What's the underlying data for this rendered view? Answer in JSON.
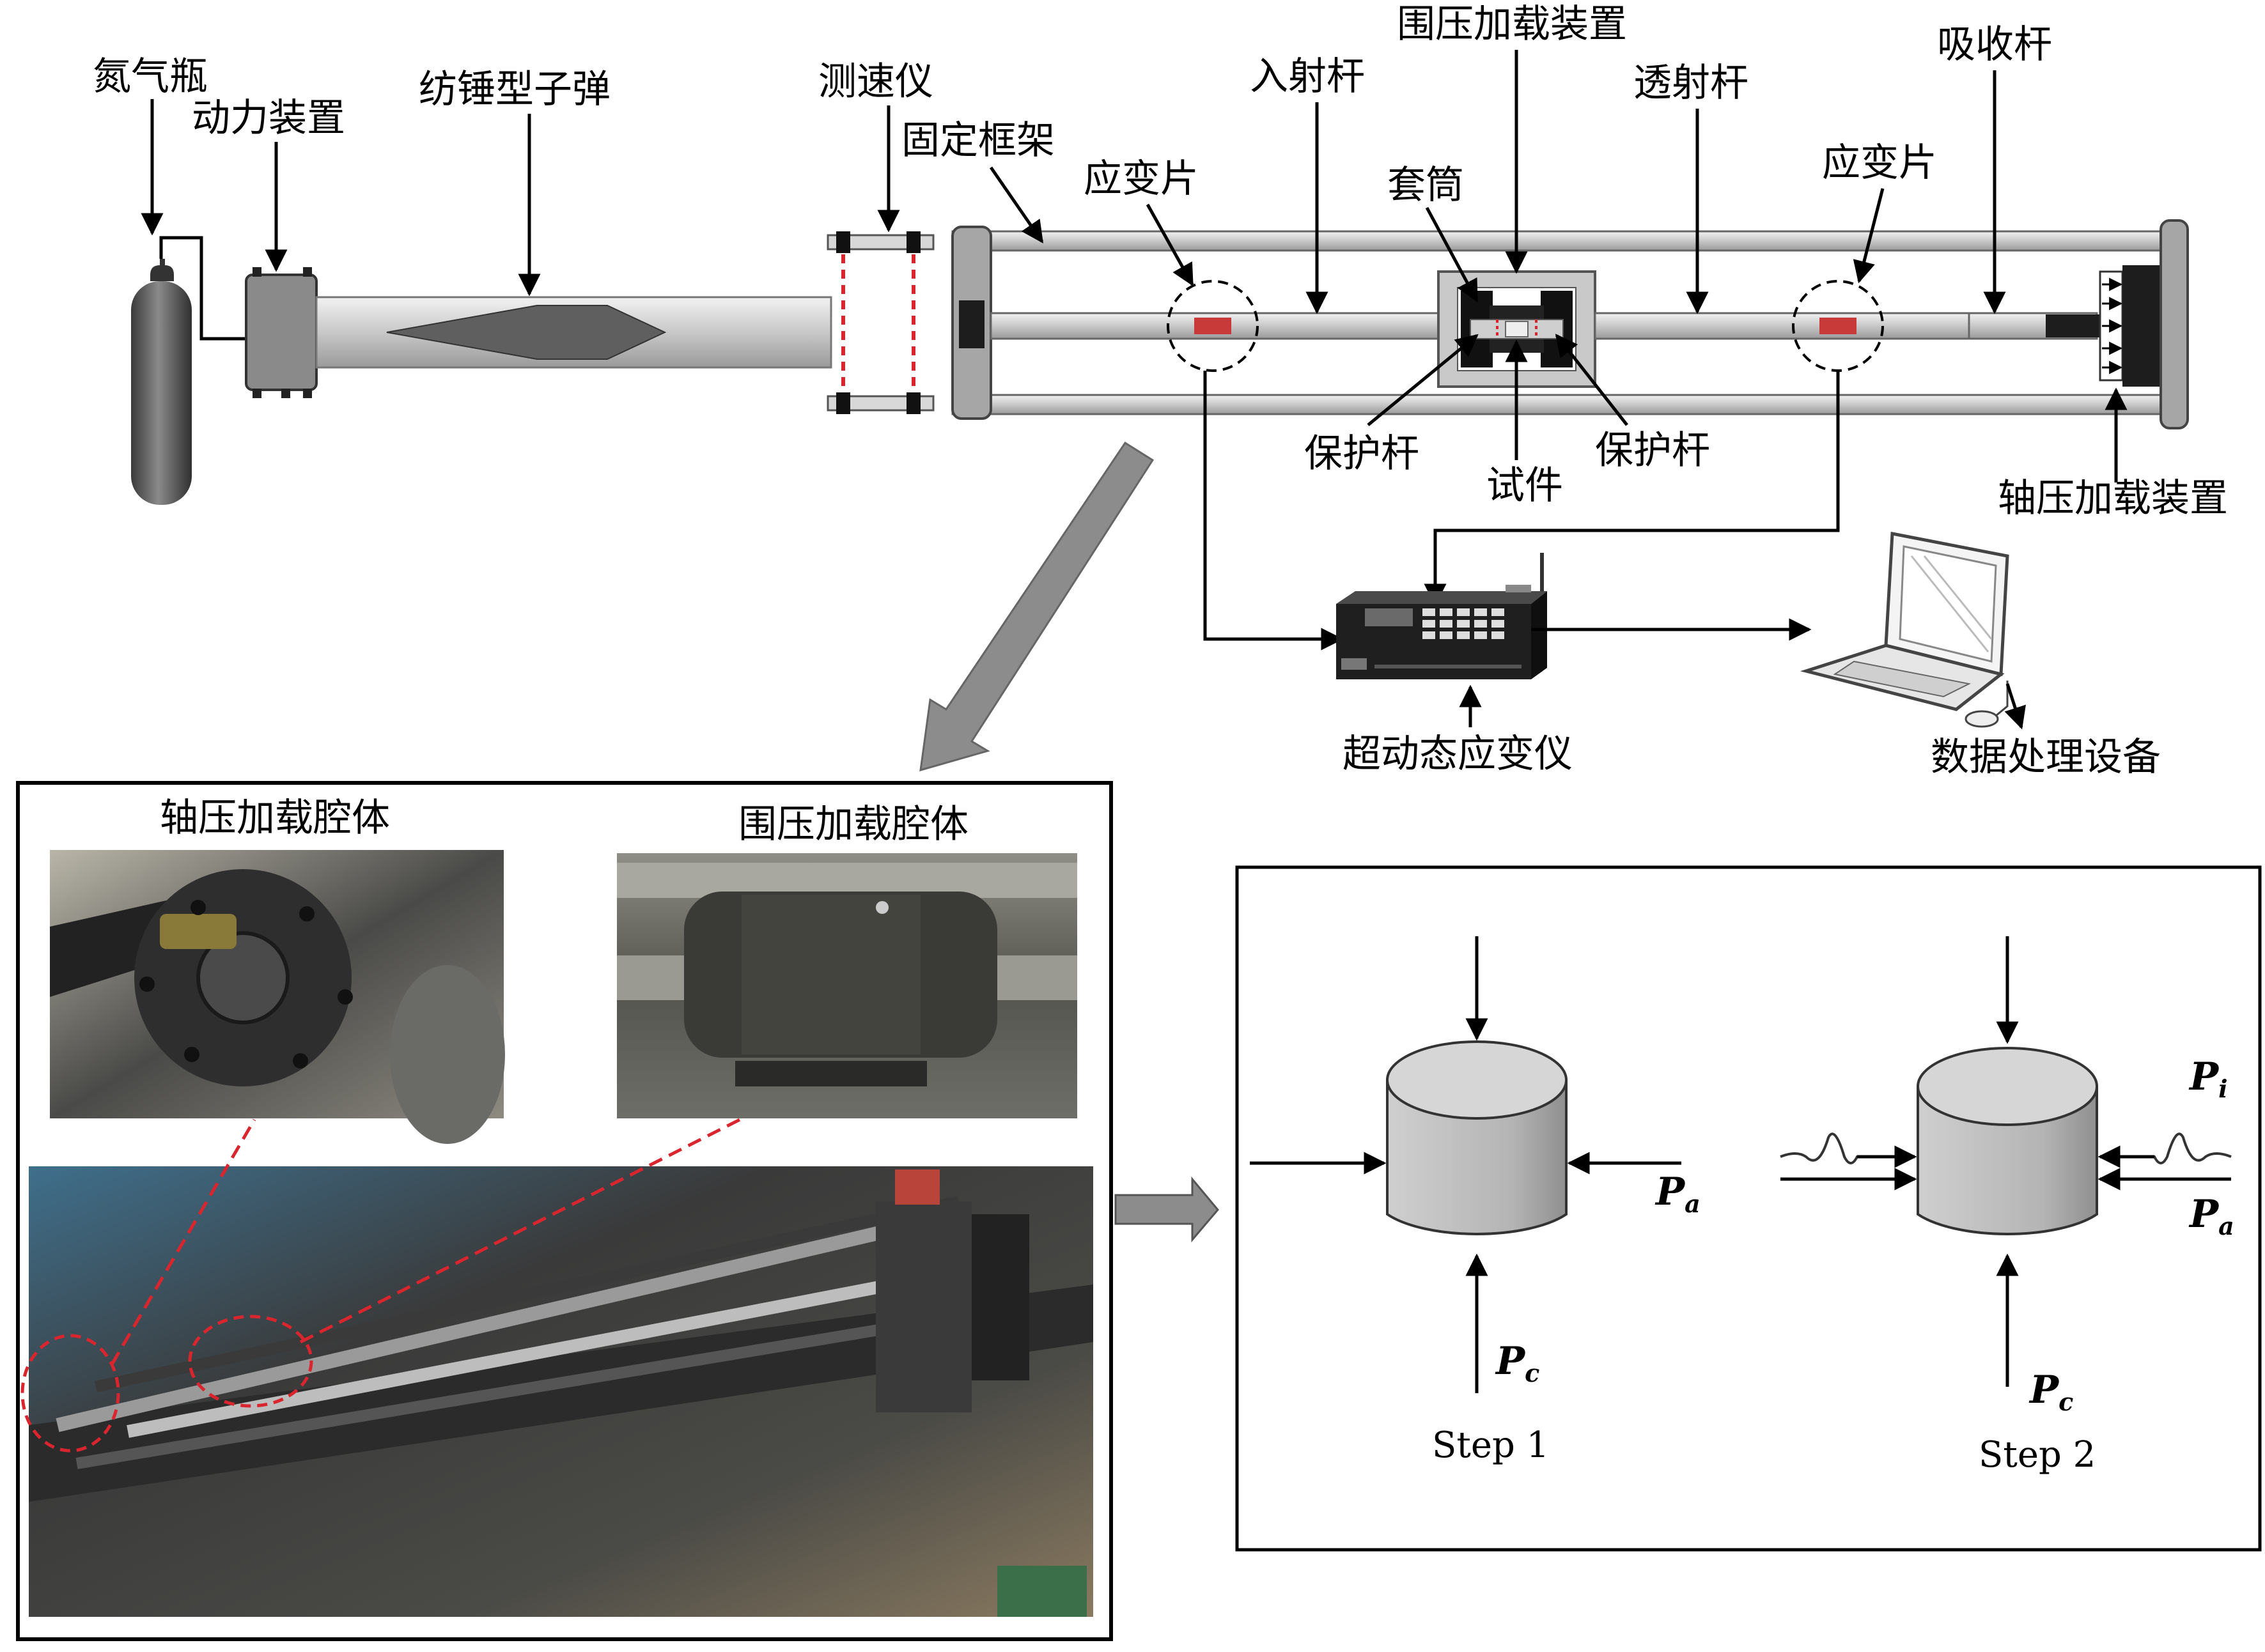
{
  "labels": {
    "nitrogen_bottle": "氮气瓶",
    "power_unit": "动力装置",
    "spindle_bullet": "纺锤型子弹",
    "velocimeter": "测速仪",
    "fixed_frame": "固定框架",
    "strain_gauge": "应变片",
    "incident_bar": "入射杆",
    "confining_device": "围压加载装置",
    "sleeve": "套筒",
    "transmission_bar": "透射杆",
    "absorption_bar": "吸收杆",
    "protection_bar": "保护杆",
    "specimen": "试件",
    "axial_device": "轴压加载装置",
    "dynamic_strain_meter": "超动态应变仪",
    "data_processing": "数据处理设备"
  },
  "photo_panel": {
    "axial_cavity_label": "轴压加载腔体",
    "confining_cavity_label": "围压加载腔体"
  },
  "loading_panel": {
    "step1": "Step 1",
    "step2": "Step 2",
    "pa_symbol": "P",
    "pa_sub": "a",
    "pc_symbol": "P",
    "pc_sub": "c",
    "pi_symbol": "P",
    "pi_sub": "i"
  },
  "colors": {
    "bar_fill": "#dcdcdc",
    "frame_gray": "#a9a9a9",
    "dark": "#2a2a2a",
    "red_accent": "#d9262e",
    "cylinder_fill": "#bdbdbd",
    "arrow_gray": "#8c8c8c"
  }
}
